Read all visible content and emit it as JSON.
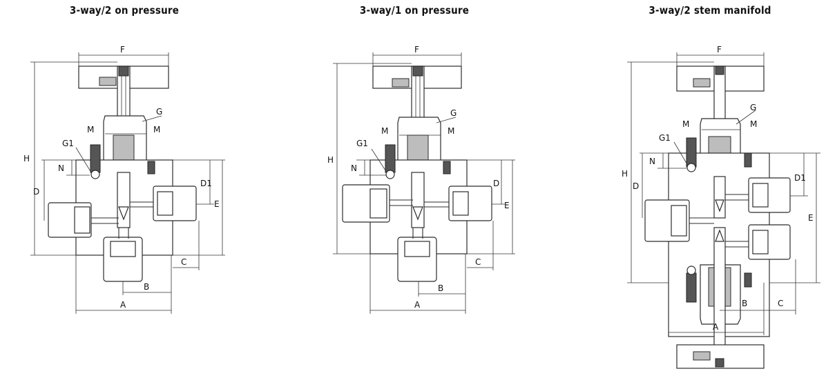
{
  "panels": [
    {
      "title": "3-way/2 on pressure",
      "labels": {
        "F": "F",
        "G": "G",
        "M1": "M",
        "M2": "M",
        "G1": "G1",
        "N": "N",
        "H": "H",
        "D": "D",
        "D1": "D1",
        "E": "E",
        "C": "C",
        "B": "B",
        "A": "A"
      }
    },
    {
      "title": "3-way/1 on pressure",
      "labels": {
        "F": "F",
        "G": "G",
        "M1": "M",
        "M2": "M",
        "G1": "G1",
        "N": "N",
        "H": "H",
        "D": "D",
        "E": "E",
        "C": "C",
        "B": "B",
        "A": "A"
      }
    },
    {
      "title": "3-way/2 stem manifold",
      "labels": {
        "F": "F",
        "G": "G",
        "M1": "M",
        "M2": "M",
        "G1": "G1",
        "N": "N",
        "H": "H",
        "D": "D",
        "D1": "D1",
        "E": "E",
        "C": "C",
        "B": "B",
        "A": "A"
      }
    }
  ]
}
